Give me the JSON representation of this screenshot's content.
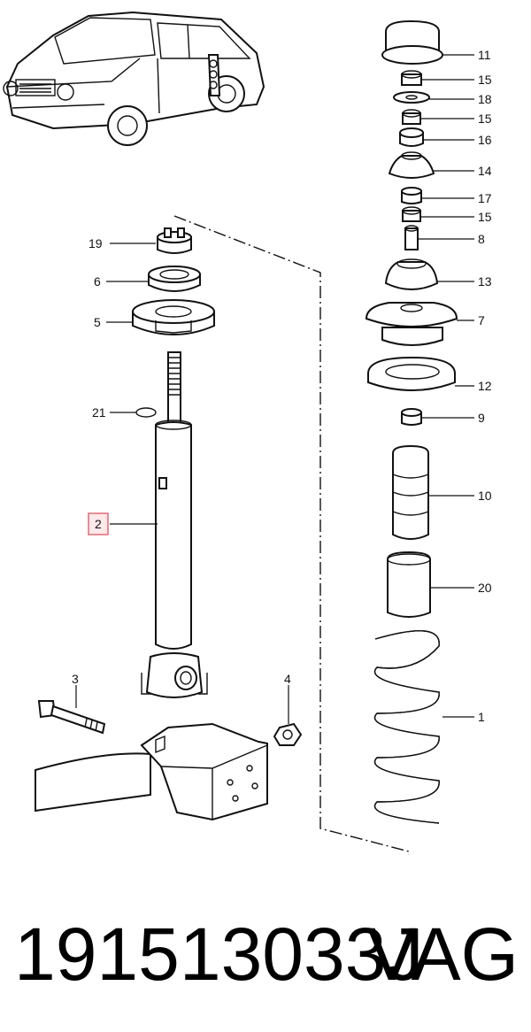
{
  "colors": {
    "line": "#111111",
    "highlight": "#e06070",
    "highlight_fill": "#fde8ea",
    "background": "#ffffff"
  },
  "callouts": {
    "c19": "19",
    "c6": "6",
    "c5": "5",
    "c21": "21",
    "c2": "2",
    "c3": "3",
    "c4": "4",
    "c11": "11",
    "c15a": "15",
    "c18": "18",
    "c15b": "15",
    "c16": "16",
    "c14": "14",
    "c17": "17",
    "c15c": "15",
    "c8": "8",
    "c13": "13",
    "c7": "7",
    "c12": "12",
    "c9": "9",
    "c10": "10",
    "c20": "20",
    "c1": "1"
  },
  "highlighted_callout": "2",
  "footer": {
    "part_number": "191513033J",
    "brand": "VAG"
  }
}
